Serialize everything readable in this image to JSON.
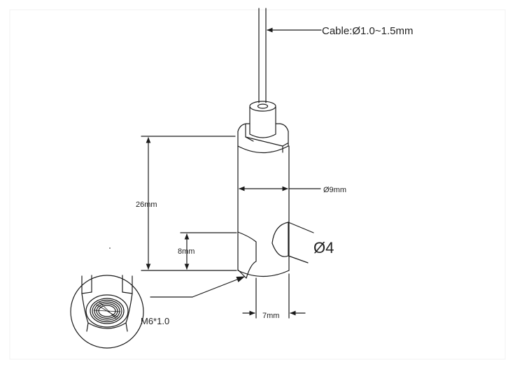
{
  "colors": {
    "line": "#1a1a1a",
    "text": "#222222",
    "background": "#ffffff"
  },
  "labels": {
    "cable": "Cable:Ø1.0~1.5mm",
    "diameter": "Ø9mm",
    "height": "26mm",
    "thread_depth": "8mm",
    "hole": "Ø4",
    "width": "7mm",
    "thread": "M6*1.0"
  }
}
